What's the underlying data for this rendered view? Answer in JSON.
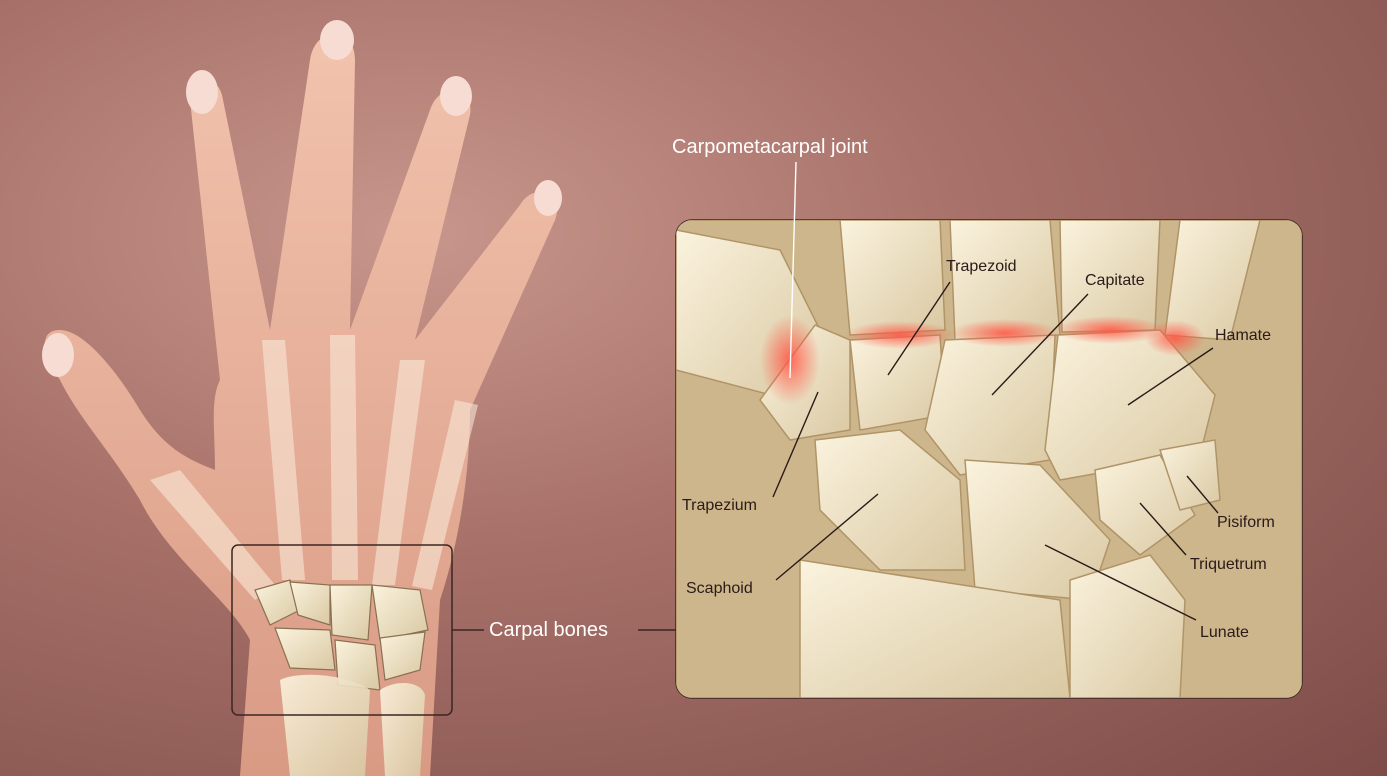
{
  "labels": {
    "carpometacarpal_joint": "Carpometacarpal joint",
    "carpal_bones": "Carpal bones",
    "trapezoid": "Trapezoid",
    "capitate": "Capitate",
    "hamate": "Hamate",
    "trapezium": "Trapezium",
    "pisiform": "Pisiform",
    "scaphoid": "Scaphoid",
    "triquetrum": "Triquetrum",
    "lunate": "Lunate"
  },
  "colors": {
    "background": "#a8726a",
    "skin": "#e8b49e",
    "bone": "#efe3c6",
    "inset_background": "#f0e4c8",
    "joint_glow": "#ff6a5a",
    "label_dark": "#2a1a18",
    "label_light": "#ffffff"
  }
}
